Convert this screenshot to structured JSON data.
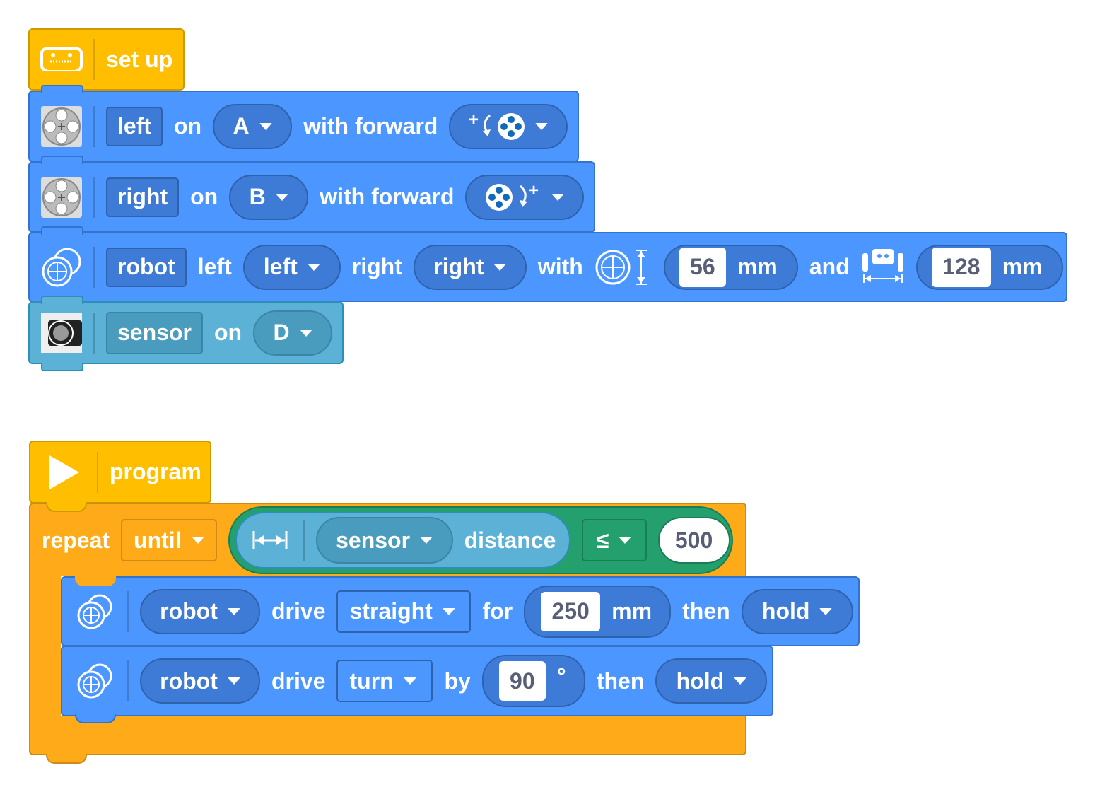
{
  "setup": {
    "hat_label": "set up",
    "hat_icon": "hub-icon",
    "left_motor": {
      "name": "left",
      "on": "on",
      "port": "A",
      "with_forward": "with forward",
      "direction_icon": "counterclockwise-motor-icon"
    },
    "right_motor": {
      "name": "right",
      "on": "on",
      "port": "B",
      "with_forward": "with forward",
      "direction_icon": "clockwise-motor-icon"
    },
    "robot": {
      "name": "robot",
      "left_word": "left",
      "left_value": "left",
      "right_word": "right",
      "right_value": "right",
      "with": "with",
      "wheel_diameter": "56",
      "unit1": "mm",
      "and": "and",
      "axle_track": "128",
      "unit2": "mm"
    },
    "sensor": {
      "name": "sensor",
      "on": "on",
      "port": "D"
    }
  },
  "program": {
    "hat_label": "program",
    "hat_icon": "play-icon",
    "repeat": {
      "label": "repeat",
      "mode": "until",
      "sensor": "sensor",
      "measure": "distance",
      "operator": "≤",
      "value": "500"
    },
    "drive_straight": {
      "robot": "robot",
      "drive": "drive",
      "type": "straight",
      "for": "for",
      "distance": "250",
      "unit": "mm",
      "then": "then",
      "stop": "hold"
    },
    "drive_turn": {
      "robot": "robot",
      "drive": "drive",
      "type": "turn",
      "by": "by",
      "angle": "90",
      "unit": "°",
      "then": "then",
      "stop": "hold"
    }
  },
  "colors": {
    "hat": "#FFBF00",
    "motor": "#4C97FF",
    "sensor": "#5CB1D6",
    "loop": "#FFAB19",
    "operator": "#23A06E"
  }
}
